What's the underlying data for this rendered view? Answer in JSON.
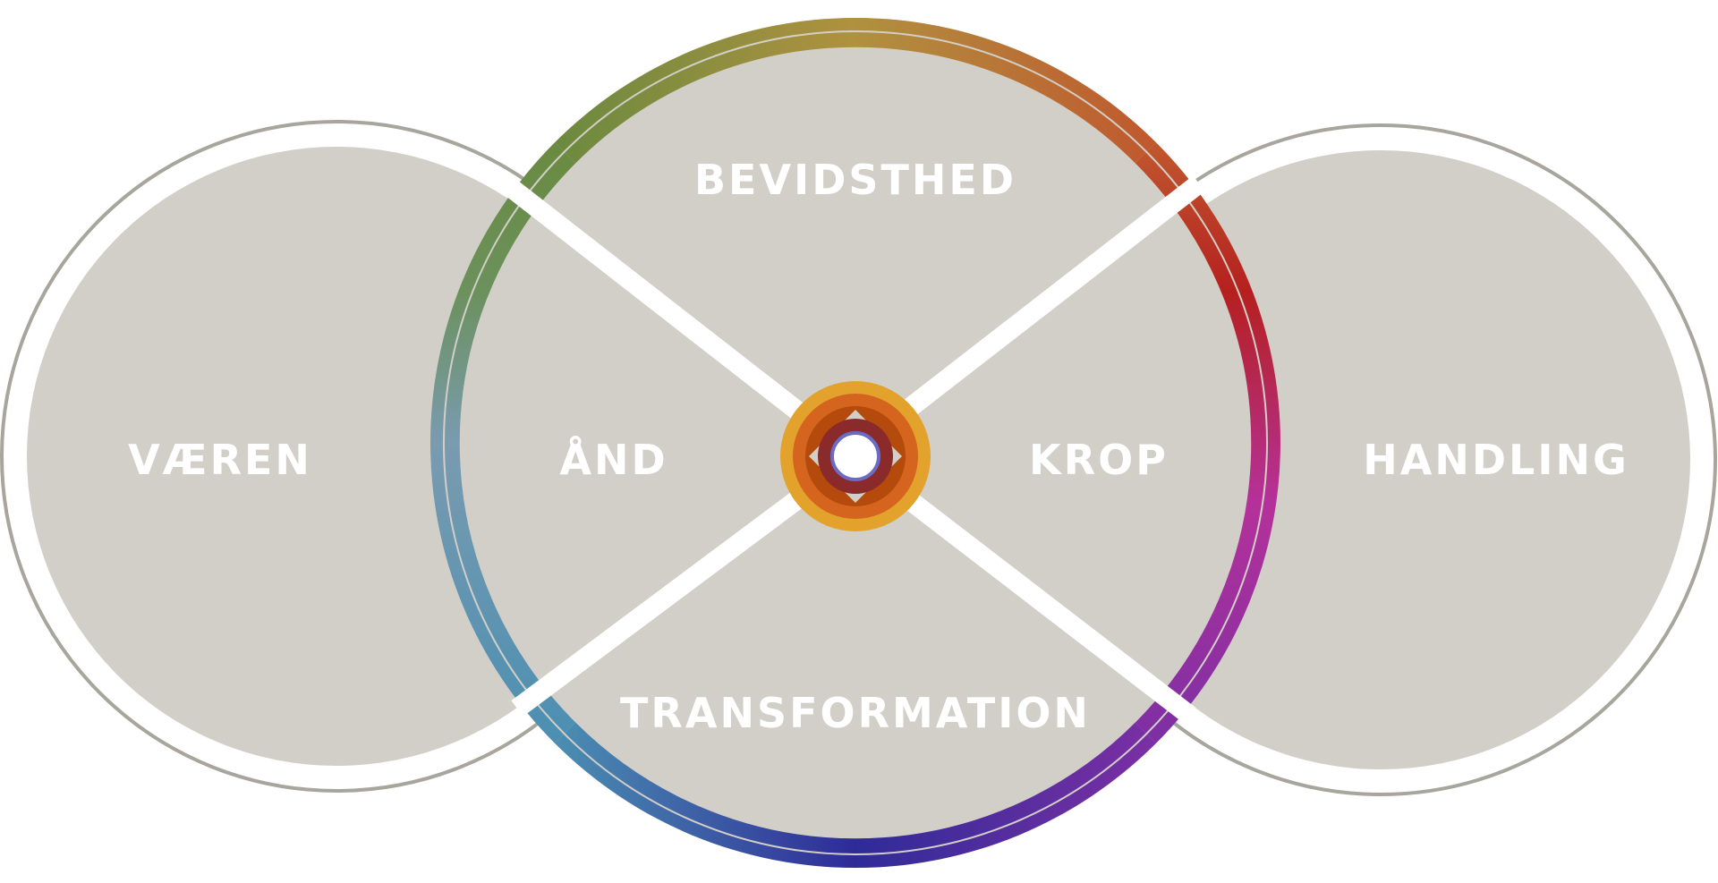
{
  "labels": {
    "top": "BEVIDSTHED",
    "bottom": "TRANSFORMATION",
    "left_outer": "VÆREN",
    "left_inner": "ÅND",
    "right_inner": "KROP",
    "right_outer": "HANDLING"
  },
  "colors": {
    "background": "#ffffff",
    "circle_fill": "#d2cfc8",
    "outer_ring_border": "#a8a59d",
    "label_text": "#ffffff",
    "gradient_ring": [
      "#b0913f",
      "#c0582e",
      "#b5201f",
      "#b5319a",
      "#7c2fa4",
      "#2e2b98",
      "#4b8fb2",
      "#6b915d",
      "#6a8a3f"
    ],
    "center_rings": [
      "#e3a22c",
      "#d4641e",
      "#b44a0c",
      "#8a2a2a",
      "#6a6bc4"
    ]
  },
  "icons": {
    "center": "center-target-icon"
  }
}
